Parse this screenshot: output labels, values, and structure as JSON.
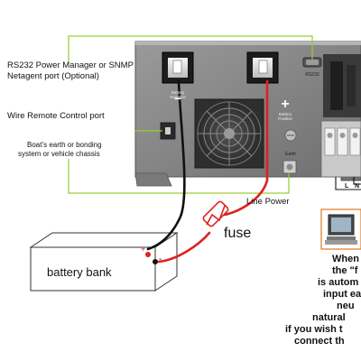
{
  "labels": {
    "rs232_line1": "RS232 Power Manager or SNMP",
    "rs232_line2": "Netagent port (Optional)",
    "wire_remote": "Wire Remote Control port",
    "boat_line1": "Boat’s earth or bonding",
    "boat_line2": "system or vehicle chassis",
    "line_power": "Line Power",
    "fuse": "fuse",
    "battery_bank": "battery bank",
    "battery_plus": "+",
    "battery_minus": "-"
  },
  "device_marks": {
    "rs232_port": "RS232",
    "battery_negative": "Battery\nNegative",
    "battery_positive": "Battery\nPositive",
    "plus_sign": "+",
    "minus_sign": "−",
    "earth": "Earth",
    "terminal_L": "L",
    "terminal_N": "N"
  },
  "note_lines": [
    "When",
    "the \"f",
    "is autom",
    "input ea",
    "neu",
    "natural",
    "if you wish t",
    "connect th"
  ],
  "colors": {
    "outline_green": "#9acd32",
    "wire_red": "#dd2222",
    "wire_black": "#111111",
    "device_gray": "#8a8a8a"
  }
}
